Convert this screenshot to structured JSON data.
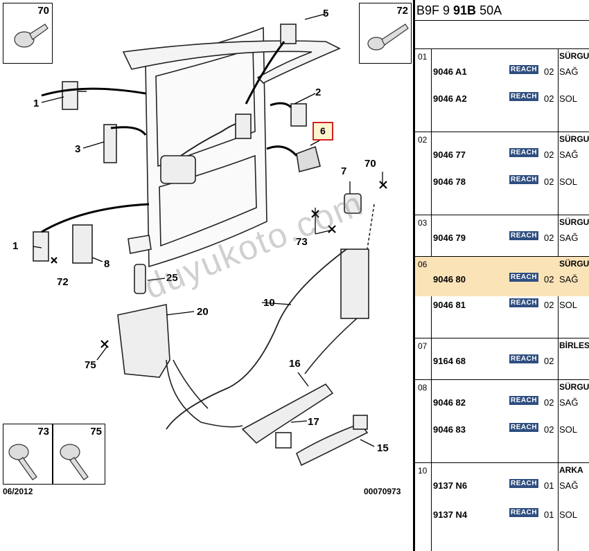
{
  "diagram": {
    "callouts": {
      "c70a": "70",
      "c5": "5",
      "c72a": "72",
      "c1a": "1",
      "c2": "2",
      "c3": "3",
      "c6": "6",
      "c7": "7",
      "c70b": "70",
      "c1b": "1",
      "c8": "8",
      "c72b": "72",
      "c73": "73",
      "c25": "25",
      "c10": "10",
      "c20": "20",
      "c75": "75",
      "c16": "16",
      "c17": "17",
      "c15": "15"
    },
    "screw_boxes": {
      "b70": "70",
      "b72": "72",
      "b73": "73",
      "b75": "75"
    },
    "footer_date": "06/2012",
    "footer_code": "00070973",
    "watermark": "duyukoto.com"
  },
  "panel": {
    "header_prefix": "B9F 9 ",
    "header_bold": "91B",
    "header_suffix": " 50A",
    "groups": [
      {
        "num": "01",
        "title": "SÜRGU",
        "rows": [
          {
            "ref": "9046 A1",
            "reach": "REACH",
            "qty": "02",
            "side": "SAĞ"
          },
          {
            "ref": "9046 A2",
            "reach": "REACH",
            "qty": "02",
            "side": "SOL"
          }
        ]
      },
      {
        "num": "02",
        "title": "SÜRGU",
        "rows": [
          {
            "ref": "9046 77",
            "reach": "REACH",
            "qty": "02",
            "side": "SAĞ"
          },
          {
            "ref": "9046 78",
            "reach": "REACH",
            "qty": "02",
            "side": "SOL"
          }
        ]
      },
      {
        "num": "03",
        "title": "SÜRGU",
        "rows": [
          {
            "ref": "9046 79",
            "reach": "REACH",
            "qty": "02",
            "side": "SAĞ"
          }
        ]
      },
      {
        "num": "06",
        "title": "SÜRGU",
        "rows": [
          {
            "ref": "9046 80",
            "reach": "REACH",
            "qty": "02",
            "side": "SAĞ"
          },
          {
            "ref": "9046 81",
            "reach": "REACH",
            "qty": "02",
            "side": "SOL"
          }
        ]
      },
      {
        "num": "07",
        "title": "BİRLES",
        "rows": [
          {
            "ref": "9164 68",
            "reach": "REACH",
            "qty": "02",
            "side": ""
          }
        ]
      },
      {
        "num": "08",
        "title": "SÜRGU",
        "rows": [
          {
            "ref": "9046 82",
            "reach": "REACH",
            "qty": "02",
            "side": "SAĞ"
          },
          {
            "ref": "9046 83",
            "reach": "REACH",
            "qty": "02",
            "side": "SOL"
          }
        ]
      },
      {
        "num": "10",
        "title": "ARKA",
        "rows": [
          {
            "ref": "9137 N6",
            "reach": "REACH",
            "qty": "01",
            "side": "SAĞ"
          },
          {
            "ref": "9137 N4",
            "reach": "REACH",
            "qty": "01",
            "side": "SOL"
          }
        ]
      }
    ]
  },
  "colors": {
    "highlight_border": "#d32020",
    "highlight_fill": "#fdf5cf",
    "reach_badge": "#2e4e80",
    "selected_row": "#fbe3b8"
  }
}
